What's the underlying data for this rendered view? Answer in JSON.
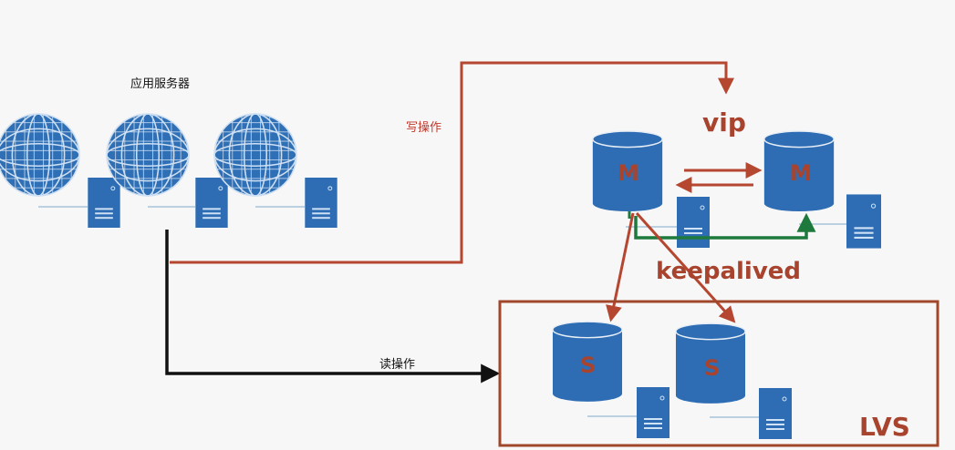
{
  "app_servers_label": "应用服务器",
  "write_op_label": "写操作",
  "read_op_label": "读操作",
  "vip_label": "vip",
  "keepalived_label": "keepalived",
  "lvs_label": "LVS",
  "master_label": "M",
  "slave_label": "S",
  "colors": {
    "write_arrow": "#b5462f",
    "read_arrow": "#111111",
    "heartbeat": "#1e7a3c",
    "db_blue": "#2e6db4",
    "box_border": "#a0472b",
    "text_red": "#a8432e"
  }
}
